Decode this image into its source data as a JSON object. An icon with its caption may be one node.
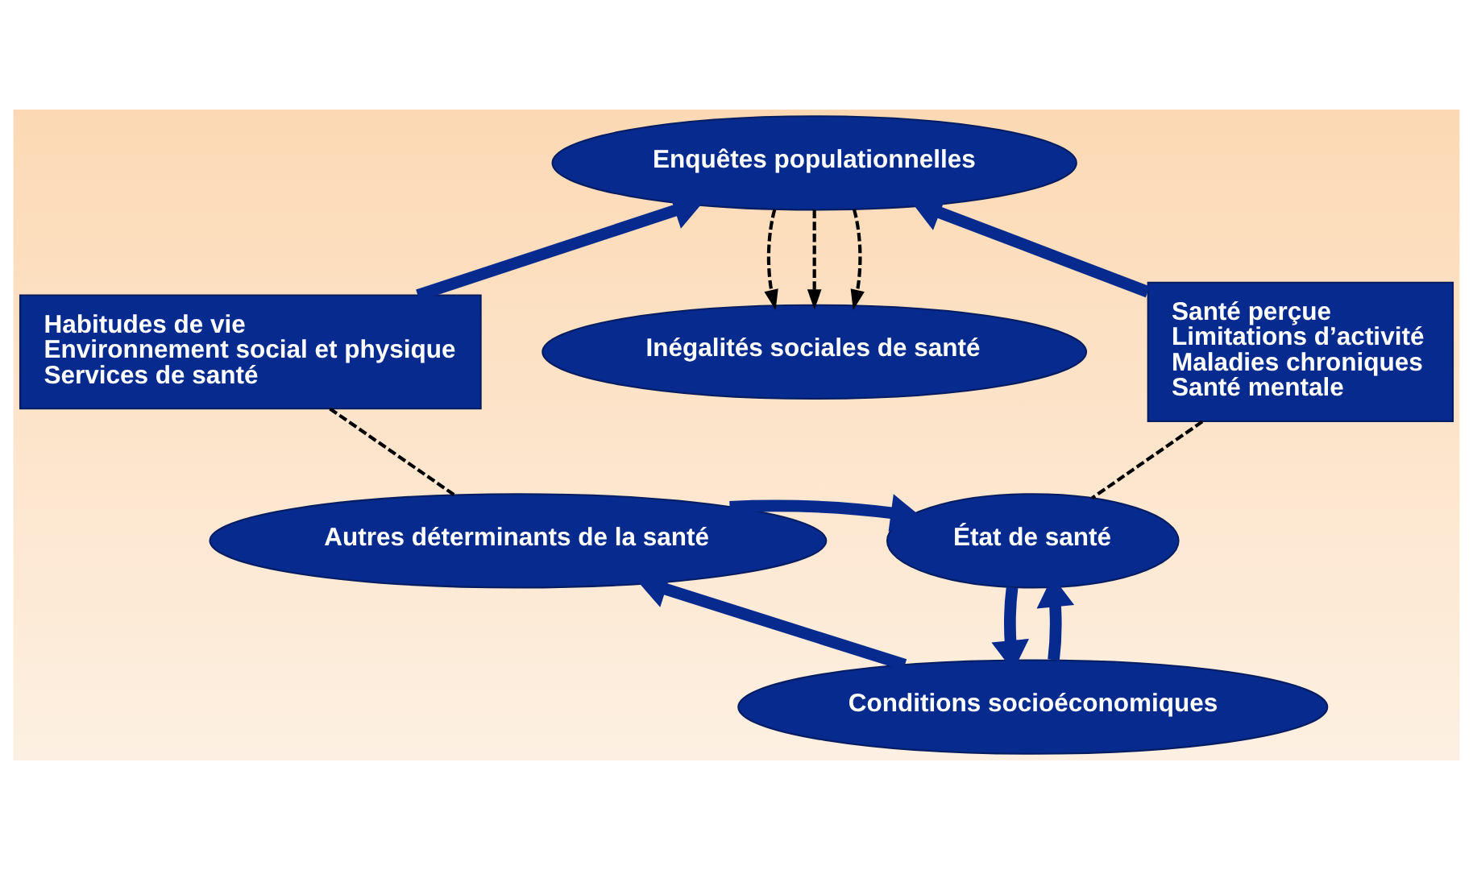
{
  "diagram": {
    "nodes": [
      {
        "text": [
          "Enquêtes populationnelles"
        ]
      },
      {
        "text": [
          "Habitudes de vie",
          "Environnement social et physique",
          "Services de santé"
        ]
      },
      {
        "text": [
          "Inégalités sociales de santé"
        ]
      },
      {
        "text": [
          "Santé perçue",
          "Limitations d’activité",
          "Maladies chroniques",
          "Santé mentale"
        ]
      },
      {
        "text": [
          "Autres déterminants de la santé"
        ]
      },
      {
        "text": [
          "État de santé"
        ]
      },
      {
        "text": [
          "Conditions socioéconomiques"
        ]
      }
    ],
    "edges": [
      {
        "from": 1,
        "to": 0,
        "arrow": "to"
      },
      {
        "from": 3,
        "to": 0,
        "arrow": "to"
      },
      {
        "from": 0,
        "to": 2,
        "arrow": "to",
        "style": "dashed",
        "color": "#000000"
      },
      {
        "from": 0,
        "to": 2,
        "arrow": "to",
        "style": "dashed",
        "color": "#000000"
      },
      {
        "from": 0,
        "to": 2,
        "arrow": "to",
        "style": "dashed",
        "color": "#000000"
      },
      {
        "from": 1,
        "to": 4,
        "arrow": "none",
        "style": "dashed",
        "color": "#000000"
      },
      {
        "from": 3,
        "to": 5,
        "arrow": "none",
        "style": "dashed",
        "color": "#000000"
      },
      {
        "from": 4,
        "to": 5,
        "arrow": "to"
      },
      {
        "from": 6,
        "to": 4,
        "arrow": "to"
      },
      {
        "from": 6,
        "to": 5,
        "arrow": "to"
      },
      {
        "from": 5,
        "to": 6,
        "arrow": "to"
      }
    ]
  }
}
